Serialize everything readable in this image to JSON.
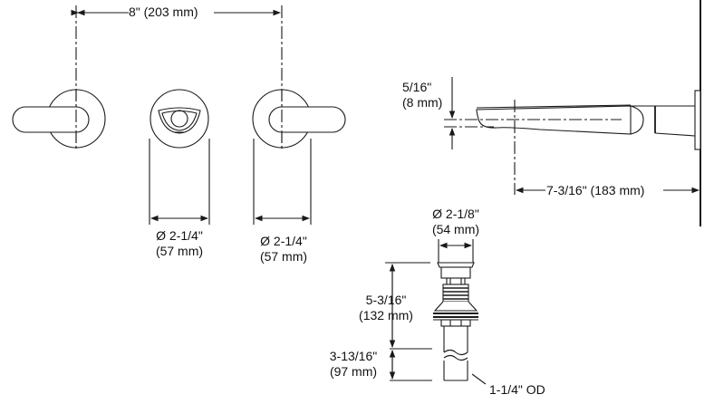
{
  "drawing": {
    "subject": "Wall-mount faucet with lever handles and drain",
    "front_view": {
      "handle_spacing": "8\" (203 mm)",
      "left_escutcheon": {
        "diameter": "Ø 2-1/4\"",
        "diameter_mm": "(57 mm)"
      },
      "right_escutcheon": {
        "diameter": "Ø 2-1/4\"",
        "diameter_mm": "(57 mm)"
      }
    },
    "side_view": {
      "spout_offset": "5/16\"",
      "spout_offset_mm": "(8 mm)",
      "spout_reach": "7-3/16\" (183 mm)"
    },
    "drain_view": {
      "flange_diameter": "Ø 2-1/8\"",
      "flange_diameter_mm": "(54 mm)",
      "body_height": "5-3/16\"",
      "body_height_mm": "(132 mm)",
      "tail_length": "3-13/16\"",
      "tail_length_mm": "(97 mm)",
      "tailpiece_od": "1-1/4\" OD"
    }
  },
  "colors": {
    "line": "#1a1a1a",
    "background": "#ffffff"
  }
}
